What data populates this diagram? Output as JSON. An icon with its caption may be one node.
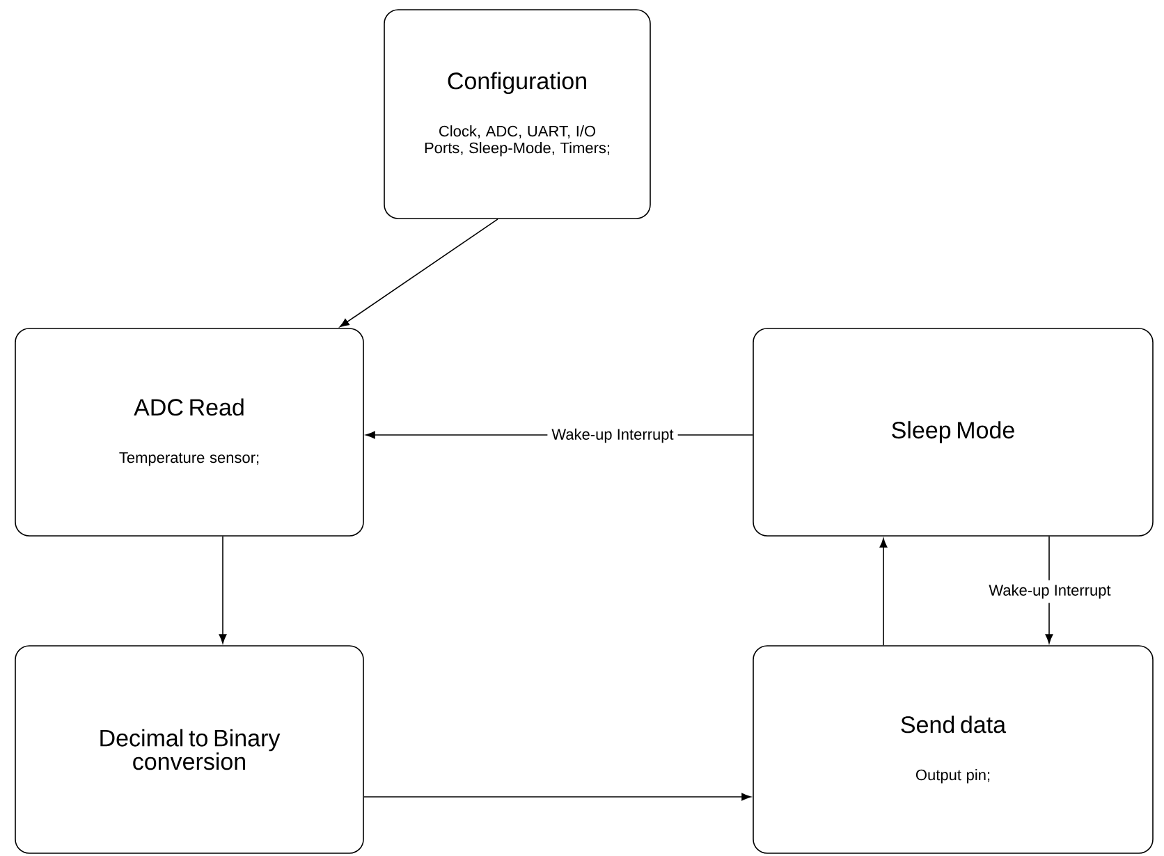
{
  "diagram": {
    "nodes": [
      {
        "text": [
          "Configuration",
          "Clock, ADC, UART, I/O Ports, Sleep-Mode, Timers;"
        ]
      },
      {
        "text": [
          "ADC Read",
          "Temperature sensor;"
        ]
      },
      {
        "text": [
          "Sleep Mode"
        ]
      },
      {
        "text": [
          "Decimal to Binary conversion"
        ]
      },
      {
        "text": [
          "Send data",
          "Output pin;"
        ]
      }
    ],
    "edges": [
      {
        "from": 0,
        "to": 1,
        "arrow": "to"
      },
      {
        "from": 2,
        "to": 1,
        "arrow": "to",
        "label": "Wake-up Interrupt"
      },
      {
        "from": 1,
        "to": 3,
        "arrow": "to"
      },
      {
        "from": 3,
        "to": 4,
        "arrow": "to"
      },
      {
        "from": 4,
        "to": 2,
        "arrow": "to"
      },
      {
        "from": 2,
        "to": 4,
        "arrow": "to",
        "label": "Wake-up Interrupt"
      }
    ]
  }
}
